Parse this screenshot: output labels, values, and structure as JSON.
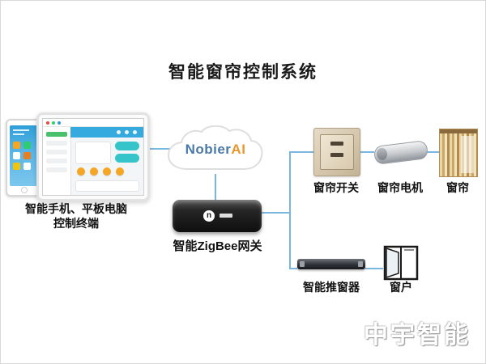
{
  "title": "智能窗帘控制系统",
  "terminal": {
    "line1": "智能手机、平板电脑",
    "line2": "控制终端"
  },
  "cloud": {
    "brand_prefix": "Nobier",
    "brand_suffix": "AI"
  },
  "gateway": {
    "label": "智能ZigBee网关"
  },
  "devices": {
    "switch": "窗帘开关",
    "motor": "窗帘电机",
    "curtain": "窗帘",
    "opener": "智能推窗器",
    "window": "窗户"
  },
  "watermark": "中宇智能",
  "colors": {
    "connector_blue": "#79b6e0",
    "accent_orange": "#f5a623",
    "cloud_text_blue": "#4a79a8"
  }
}
